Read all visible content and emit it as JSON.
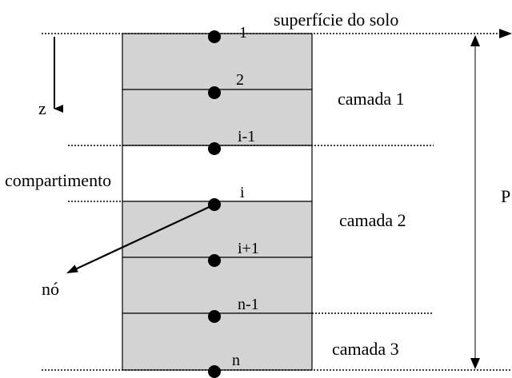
{
  "labels": {
    "surface": "superfície do solo",
    "z_axis": "z",
    "compartment": "compartimento",
    "node": "nó",
    "depth": "P"
  },
  "layers": [
    "camada 1",
    "camada 2",
    "camada 3"
  ],
  "nodes": [
    "1",
    "2",
    "i-1",
    "i",
    "i+1",
    "n-1",
    "n"
  ]
}
